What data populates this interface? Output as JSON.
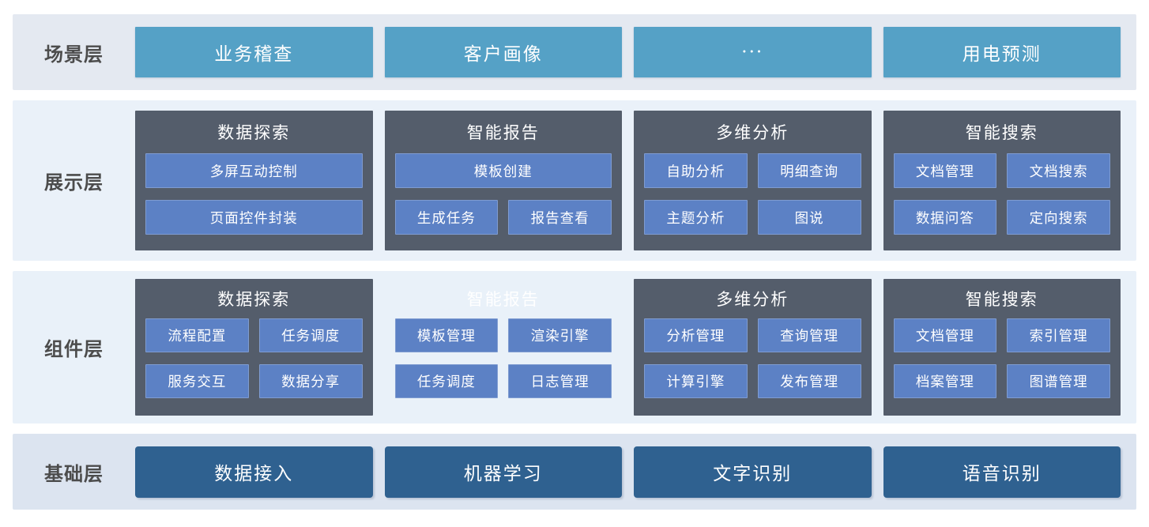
{
  "colors": {
    "scenario_button": "#55a1c6",
    "group_box": "#545d6b",
    "module_button": "#5c81c5",
    "foundation_button": "#2f6190",
    "band_scenario_bg": "#e4e9f1",
    "band_presentation_bg": "#eaf1f9",
    "band_component_bg": "#e9f1f9",
    "band_foundation_bg": "#dce4f0",
    "label_text": "#4c4c4c",
    "button_text": "#ffffff"
  },
  "layers": [
    {
      "id": "scenario",
      "label": "场景层",
      "type": "buttons",
      "items": [
        "业务稽查",
        "客户画像",
        "···",
        "用电预测"
      ]
    },
    {
      "id": "presentation",
      "label": "展示层",
      "type": "groups",
      "groups": [
        {
          "title": "数据探索",
          "boxed": true,
          "rows": [
            [
              "多屏互动控制"
            ],
            [
              "页面控件封装"
            ]
          ]
        },
        {
          "title": "智能报告",
          "boxed": true,
          "rows": [
            [
              "模板创建"
            ],
            [
              "生成任务",
              "报告查看"
            ]
          ]
        },
        {
          "title": "多维分析",
          "boxed": true,
          "rows": [
            [
              "自助分析",
              "明细查询"
            ],
            [
              "主题分析",
              "图说"
            ]
          ]
        },
        {
          "title": "智能搜索",
          "boxed": true,
          "rows": [
            [
              "文档管理",
              "文档搜索"
            ],
            [
              "数据问答",
              "定向搜索"
            ]
          ]
        }
      ]
    },
    {
      "id": "component",
      "label": "组件层",
      "type": "groups",
      "groups": [
        {
          "title": "数据探索",
          "boxed": true,
          "rows": [
            [
              "流程配置",
              "任务调度"
            ],
            [
              "服务交互",
              "数据分享"
            ]
          ]
        },
        {
          "title": "智能报告",
          "boxed": false,
          "rows": [
            [
              "模板管理",
              "渲染引擎"
            ],
            [
              "任务调度",
              "日志管理"
            ]
          ]
        },
        {
          "title": "多维分析",
          "boxed": true,
          "rows": [
            [
              "分析管理",
              "查询管理"
            ],
            [
              "计算引擎",
              "发布管理"
            ]
          ]
        },
        {
          "title": "智能搜索",
          "boxed": true,
          "rows": [
            [
              "文档管理",
              "索引管理"
            ],
            [
              "档案管理",
              "图谱管理"
            ]
          ]
        }
      ]
    },
    {
      "id": "foundation",
      "label": "基础层",
      "type": "buttons",
      "items": [
        "数据接入",
        "机器学习",
        "文字识别",
        "语音识别"
      ]
    }
  ]
}
